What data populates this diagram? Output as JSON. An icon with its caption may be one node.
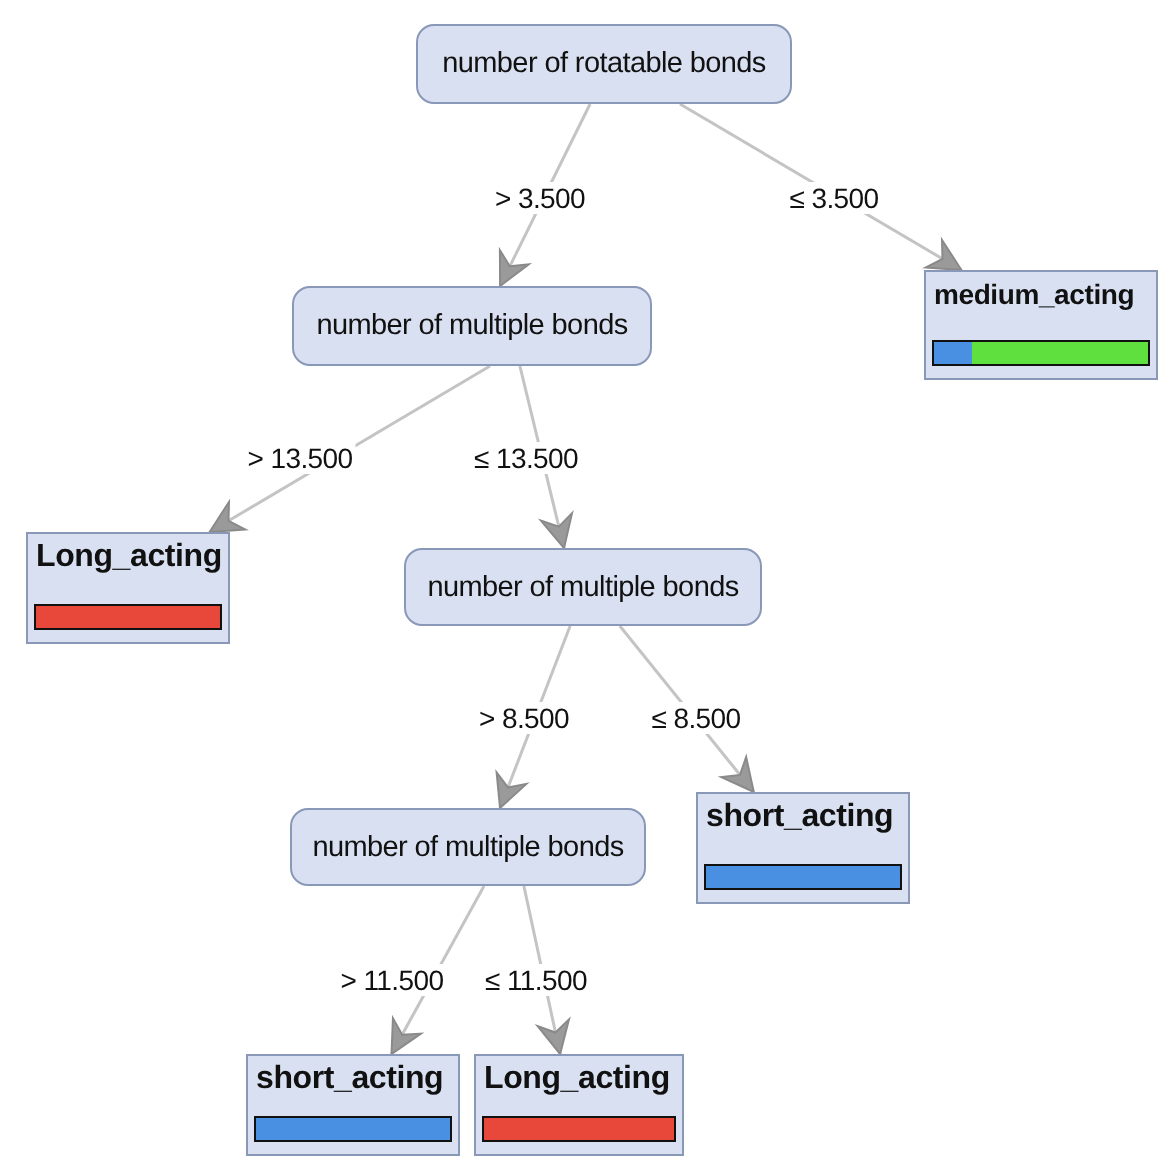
{
  "diagram": {
    "nodes": [
      {
        "text": [
          "number of rotatable bonds"
        ]
      },
      {
        "text": [
          "number of multiple bonds"
        ]
      },
      {
        "text": [
          "medium_acting"
        ]
      },
      {
        "text": [
          "Long_acting"
        ]
      },
      {
        "text": [
          "number of multiple bonds"
        ]
      },
      {
        "text": [
          "number of multiple bonds"
        ]
      },
      {
        "text": [
          "short_acting"
        ]
      },
      {
        "text": [
          "short_acting"
        ]
      },
      {
        "text": [
          "Long_acting"
        ]
      }
    ],
    "edges": [
      {
        "from": 0,
        "to": 1,
        "arrow": "to",
        "label": "> 3.500"
      },
      {
        "from": 0,
        "to": 2,
        "arrow": "to",
        "label": "≤ 3.500"
      },
      {
        "from": 1,
        "to": 3,
        "arrow": "to",
        "label": "> 13.500"
      },
      {
        "from": 1,
        "to": 4,
        "arrow": "to",
        "label": "≤ 13.500"
      },
      {
        "from": 4,
        "to": 5,
        "arrow": "to",
        "label": "> 8.500"
      },
      {
        "from": 4,
        "to": 6,
        "arrow": "to",
        "label": "≤ 8.500"
      },
      {
        "from": 5,
        "to": 7,
        "arrow": "to",
        "label": "> 11.500"
      },
      {
        "from": 5,
        "to": 8,
        "arrow": "to",
        "label": "≤ 11.500"
      }
    ]
  }
}
